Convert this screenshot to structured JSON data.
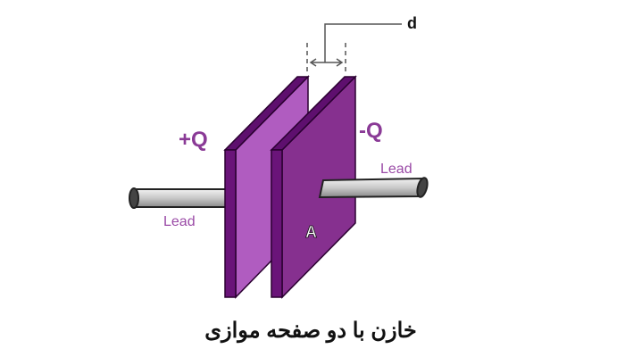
{
  "labels": {
    "distance": "d",
    "positive_charge": "+Q",
    "negative_charge": "-Q",
    "lead_left": "Lead",
    "lead_right": "Lead",
    "area": "A"
  },
  "caption": "خازن با دو صفحه موازی",
  "colors": {
    "plate_positive_face": "#b05cc0",
    "plate_negative_face": "#86308f",
    "plate_edge": "#5e0f6e",
    "label_purple": "#8a3a96",
    "lead": "#c8c8c8"
  }
}
